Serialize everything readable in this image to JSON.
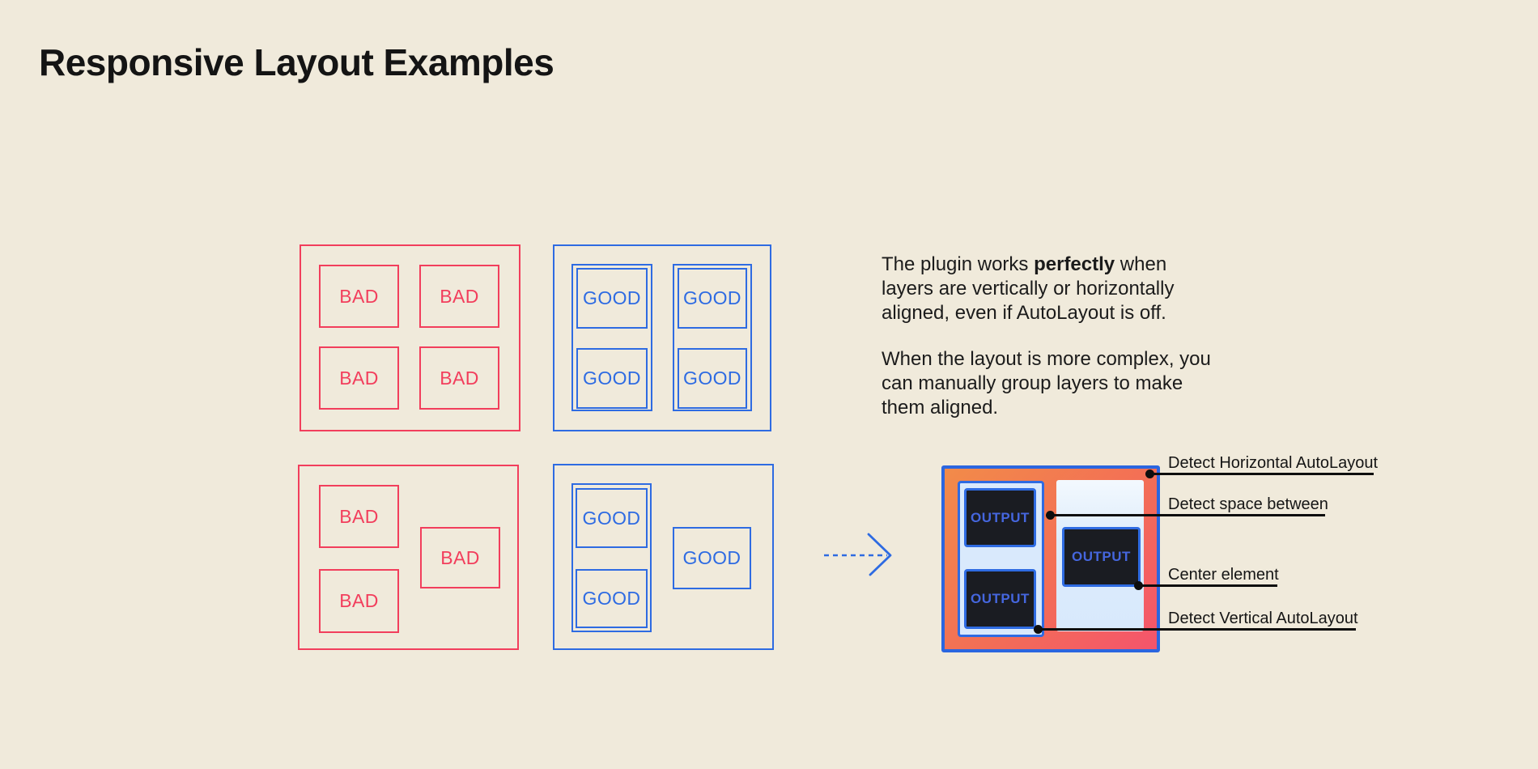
{
  "title": "Responsive Layout Examples",
  "labels": {
    "bad": "BAD",
    "good": "GOOD",
    "output": "OUTPUT"
  },
  "description": {
    "line1_before": "The plugin works ",
    "line1_bold": "perfectly",
    "line1_after": " when",
    "line2": "layers are vertically or horizontally",
    "line3": "aligned, even if AutoLayout is off.",
    "line4": "When the layout is more complex, you",
    "line5": "can manually group layers to make",
    "line6": "them aligned."
  },
  "annotations": {
    "horizontal": "Detect Horizontal AutoLayout",
    "space": "Detect space between",
    "center": "Center element",
    "vertical": "Detect Vertical AutoLayout"
  },
  "colors": {
    "background": "#F0EADB",
    "bad_red": "#F23E5C",
    "good_blue": "#2E6BE2",
    "output_gradient_start": "#F28B49",
    "output_gradient_end": "#F4546C",
    "panel_light_blue": "#D9E9FC",
    "dark_box": "#1A1C22",
    "output_text_blue": "#4566DE",
    "annotation_black": "#0E0E0E"
  }
}
